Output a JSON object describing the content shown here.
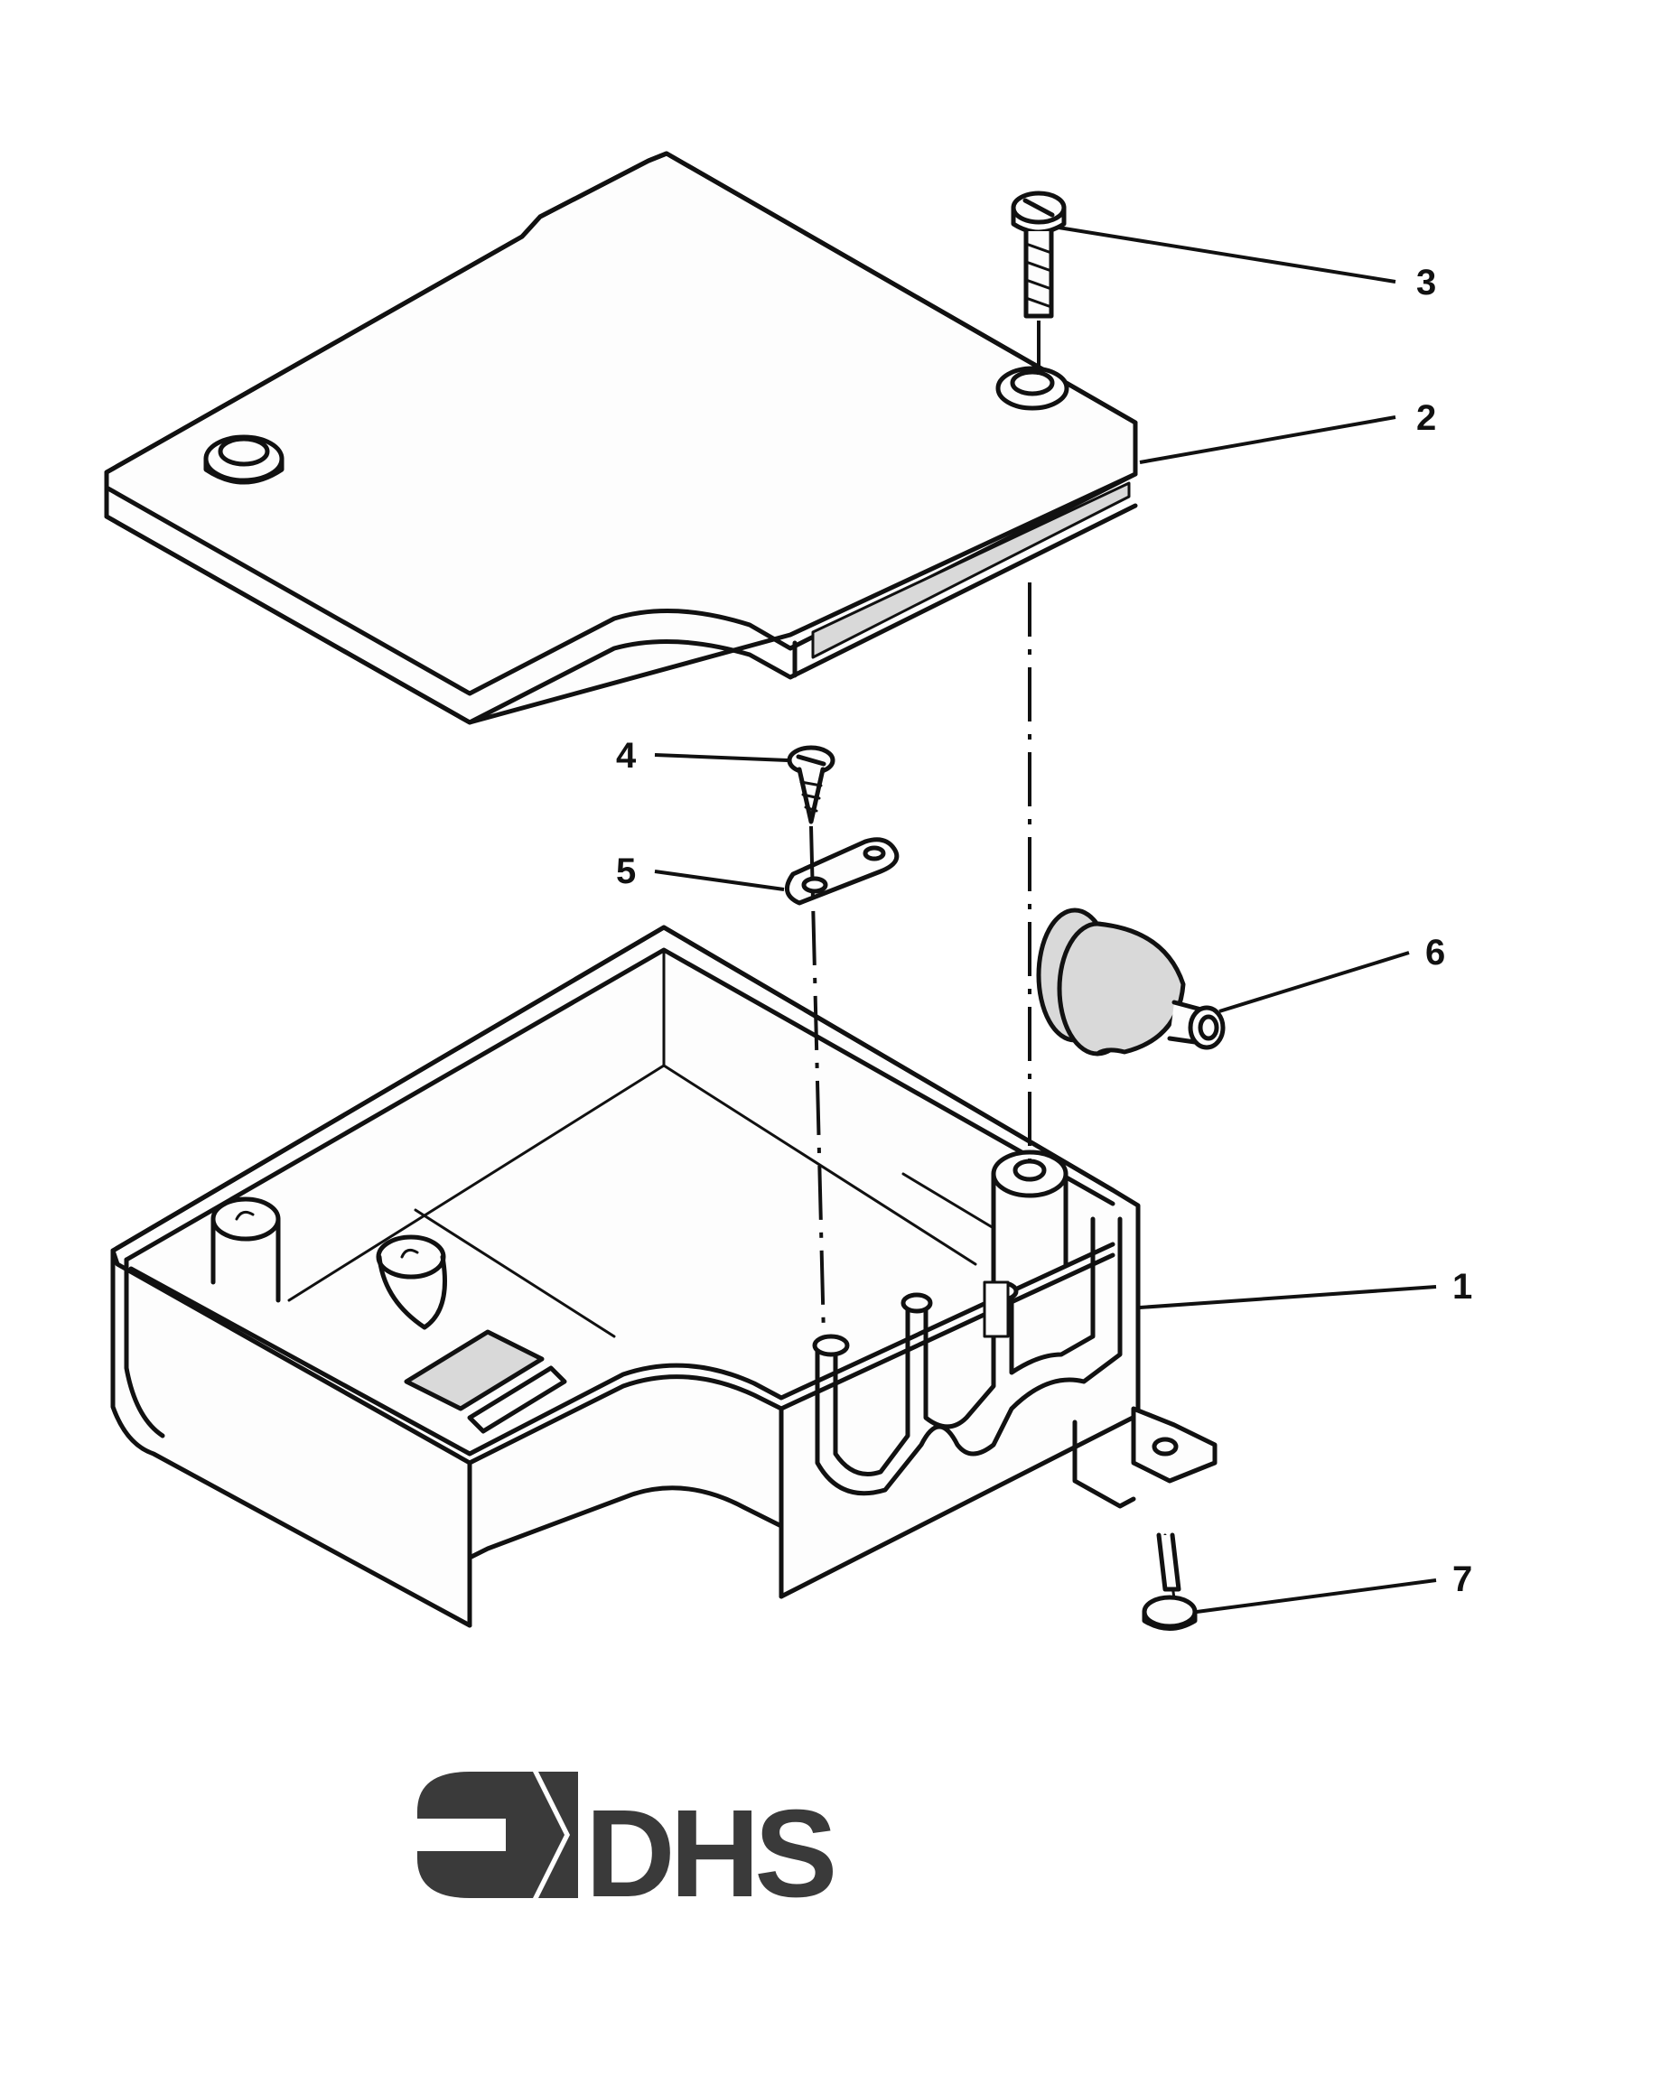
{
  "callouts": [
    {
      "number": "1",
      "part": "housing base"
    },
    {
      "number": "2",
      "part": "cover"
    },
    {
      "number": "3",
      "part": "cover screw"
    },
    {
      "number": "4",
      "part": "self-tapping screw"
    },
    {
      "number": "5",
      "part": "cable clamp"
    },
    {
      "number": "6",
      "part": "grommet"
    },
    {
      "number": "7",
      "part": "mounting screw"
    }
  ],
  "logo": {
    "text": "DHS",
    "color": "#3a3a3a"
  },
  "colors": {
    "ink": "#111111",
    "background": "#ffffff"
  }
}
